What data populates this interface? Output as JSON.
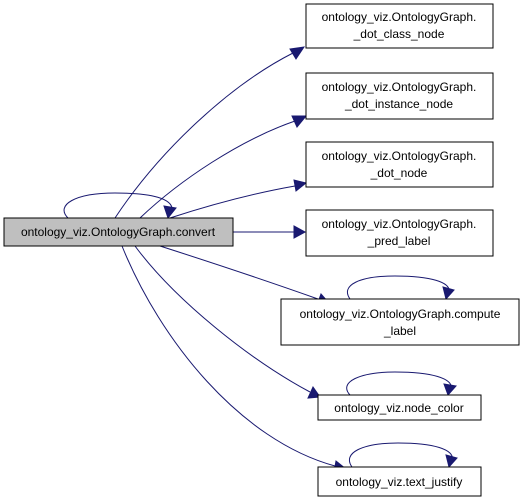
{
  "graph": {
    "edge_color": "#191970",
    "root_fill": "#bfbfbf",
    "root": {
      "lines": [
        "ontology_viz.OntologyGraph.convert"
      ]
    },
    "nodes": [
      {
        "id": "dot_class_node",
        "lines": [
          "ontology_viz.OntologyGraph.",
          "_dot_class_node"
        ]
      },
      {
        "id": "dot_instance_node",
        "lines": [
          "ontology_viz.OntologyGraph.",
          "_dot_instance_node"
        ]
      },
      {
        "id": "dot_node",
        "lines": [
          "ontology_viz.OntologyGraph.",
          "_dot_node"
        ]
      },
      {
        "id": "pred_label",
        "lines": [
          "ontology_viz.OntologyGraph.",
          "_pred_label"
        ]
      },
      {
        "id": "compute_label",
        "lines": [
          "ontology_viz.OntologyGraph.compute",
          "_label"
        ]
      },
      {
        "id": "node_color",
        "lines": [
          "ontology_viz.node_color"
        ]
      },
      {
        "id": "text_justify",
        "lines": [
          "ontology_viz.text_justify"
        ]
      }
    ]
  }
}
